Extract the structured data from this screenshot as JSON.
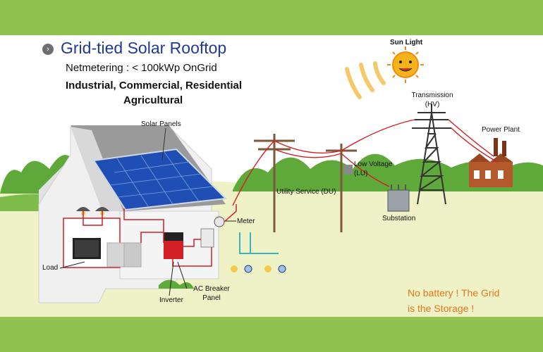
{
  "header": {
    "bullet_glyph": "›",
    "title": "Grid-tied Solar Rooftop",
    "subtitle": "Netmetering : < 100kWp OnGrid",
    "sectors_line1": "Industrial, Commercial, Residential",
    "sectors_line2": "Agricultural"
  },
  "labels": {
    "sun_light": "Sun Light",
    "transmission": "Transmission",
    "transmission_hv": "(HV)",
    "power_plant": "Power Plant",
    "solar_panels": "Solar Panels",
    "low_voltage": "Low Voltage",
    "low_voltage_lu": "(LU)",
    "utility_service": "Utility Service (DU)",
    "substation": "Substation",
    "meter": "Meter",
    "load": "Load",
    "ac_breaker": "AC Breaker",
    "panel": "Panel",
    "inverter": "Inverter"
  },
  "note": {
    "line1": "No battery ! The Grid",
    "line2": "is the Storage !"
  },
  "colors": {
    "band": "#8fc24e",
    "title": "#1f3a93",
    "note": "#e8761c",
    "wire": "#d21f26",
    "panel": "#1f4fb4",
    "ground": "#eef2c6",
    "trees": "#5fa83a"
  }
}
